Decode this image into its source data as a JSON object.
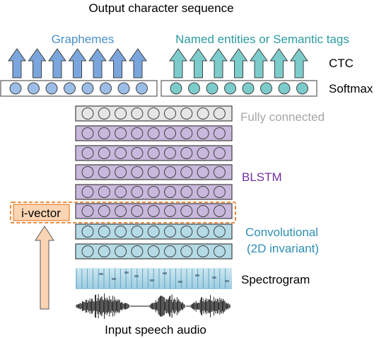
{
  "title": "Output character sequence",
  "groups": {
    "graphemes": {
      "label": "Graphemes",
      "color": "#4a8fc9",
      "units": 8,
      "arrows": 7
    },
    "tags": {
      "label": "Named entities or Semantic tags",
      "color": "#2a9aa0",
      "units": 8,
      "arrows": 7
    }
  },
  "side_labels": {
    "ctc": "CTC",
    "softmax": "Softmax",
    "fully_connected": "Fully connected",
    "blstm": "BLSTM",
    "conv_line1": "Convolutional",
    "conv_line2": "(2D invariant)",
    "spectrogram": "Spectrogram",
    "input": "Input speech audio",
    "ivector": "i-vector"
  },
  "stack": {
    "units_per_layer": 9,
    "layers": [
      {
        "kind": "fully_connected",
        "fill": "#e6e6e6"
      },
      {
        "kind": "blstm",
        "fill": "#c9b8dd"
      },
      {
        "kind": "blstm",
        "fill": "#c9b8dd"
      },
      {
        "kind": "blstm",
        "fill": "#c9b8dd"
      },
      {
        "kind": "blstm",
        "fill": "#c9b8dd"
      },
      {
        "kind": "blstm",
        "fill": "#c9b8dd",
        "with_ivector": true
      },
      {
        "kind": "convolutional",
        "fill": "#b4dbe6"
      },
      {
        "kind": "convolutional",
        "fill": "#b4dbe6"
      }
    ]
  },
  "colors": {
    "softmax_unit": "#9bbde8",
    "blue_arrow": "#7aa6dd",
    "teal_arrow": "#7ccccc",
    "fc_text": "#a6a6a6",
    "blstm_text": "#7030a0",
    "conv_text": "#2e8fb3",
    "ivector_fill": "#fbd4b4",
    "ivector_border": "#e46c0a",
    "ivector_arrow": "#fbd4b4",
    "spectrogram": "#a8d4e4"
  }
}
